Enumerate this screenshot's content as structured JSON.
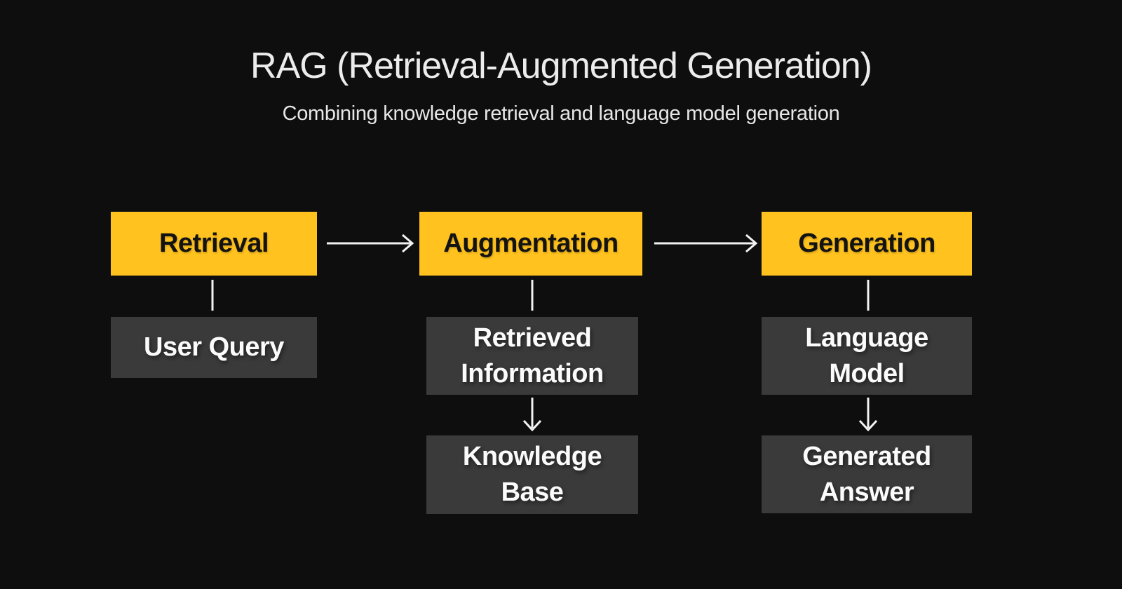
{
  "header": {
    "title": "RAG (Retrieval-Augmented Generation)",
    "subtitle": "Combining knowledge retrieval and language model generation"
  },
  "diagram": {
    "columns": [
      {
        "stage": "Retrieval",
        "nodes": [
          {
            "lines": [
              "User Query"
            ]
          }
        ]
      },
      {
        "stage": "Augmentation",
        "nodes": [
          {
            "lines": [
              "Retrieved",
              "Information"
            ]
          },
          {
            "lines": [
              "Knowledge",
              "Base"
            ]
          }
        ]
      },
      {
        "stage": "Generation",
        "nodes": [
          {
            "lines": [
              "Language",
              "Model"
            ]
          },
          {
            "lines": [
              "Generated",
              "Answer"
            ]
          }
        ]
      }
    ],
    "flow": [
      "Retrieval -> Augmentation",
      "Augmentation -> Generation",
      "Retrieval -> User Query",
      "Augmentation -> Retrieved Information",
      "Retrieved Information -> Knowledge Base",
      "Generation -> Language Model",
      "Language Model -> Generated Answer"
    ]
  },
  "theme": {
    "background": "#0e0e0e",
    "stage_fill": "#ffc21e",
    "stage_text": "#131313",
    "node_fill": "#3a3a3a",
    "node_text": "#fbfbfb",
    "heading_text": "#ececec",
    "connector": "#f2f2f2"
  }
}
